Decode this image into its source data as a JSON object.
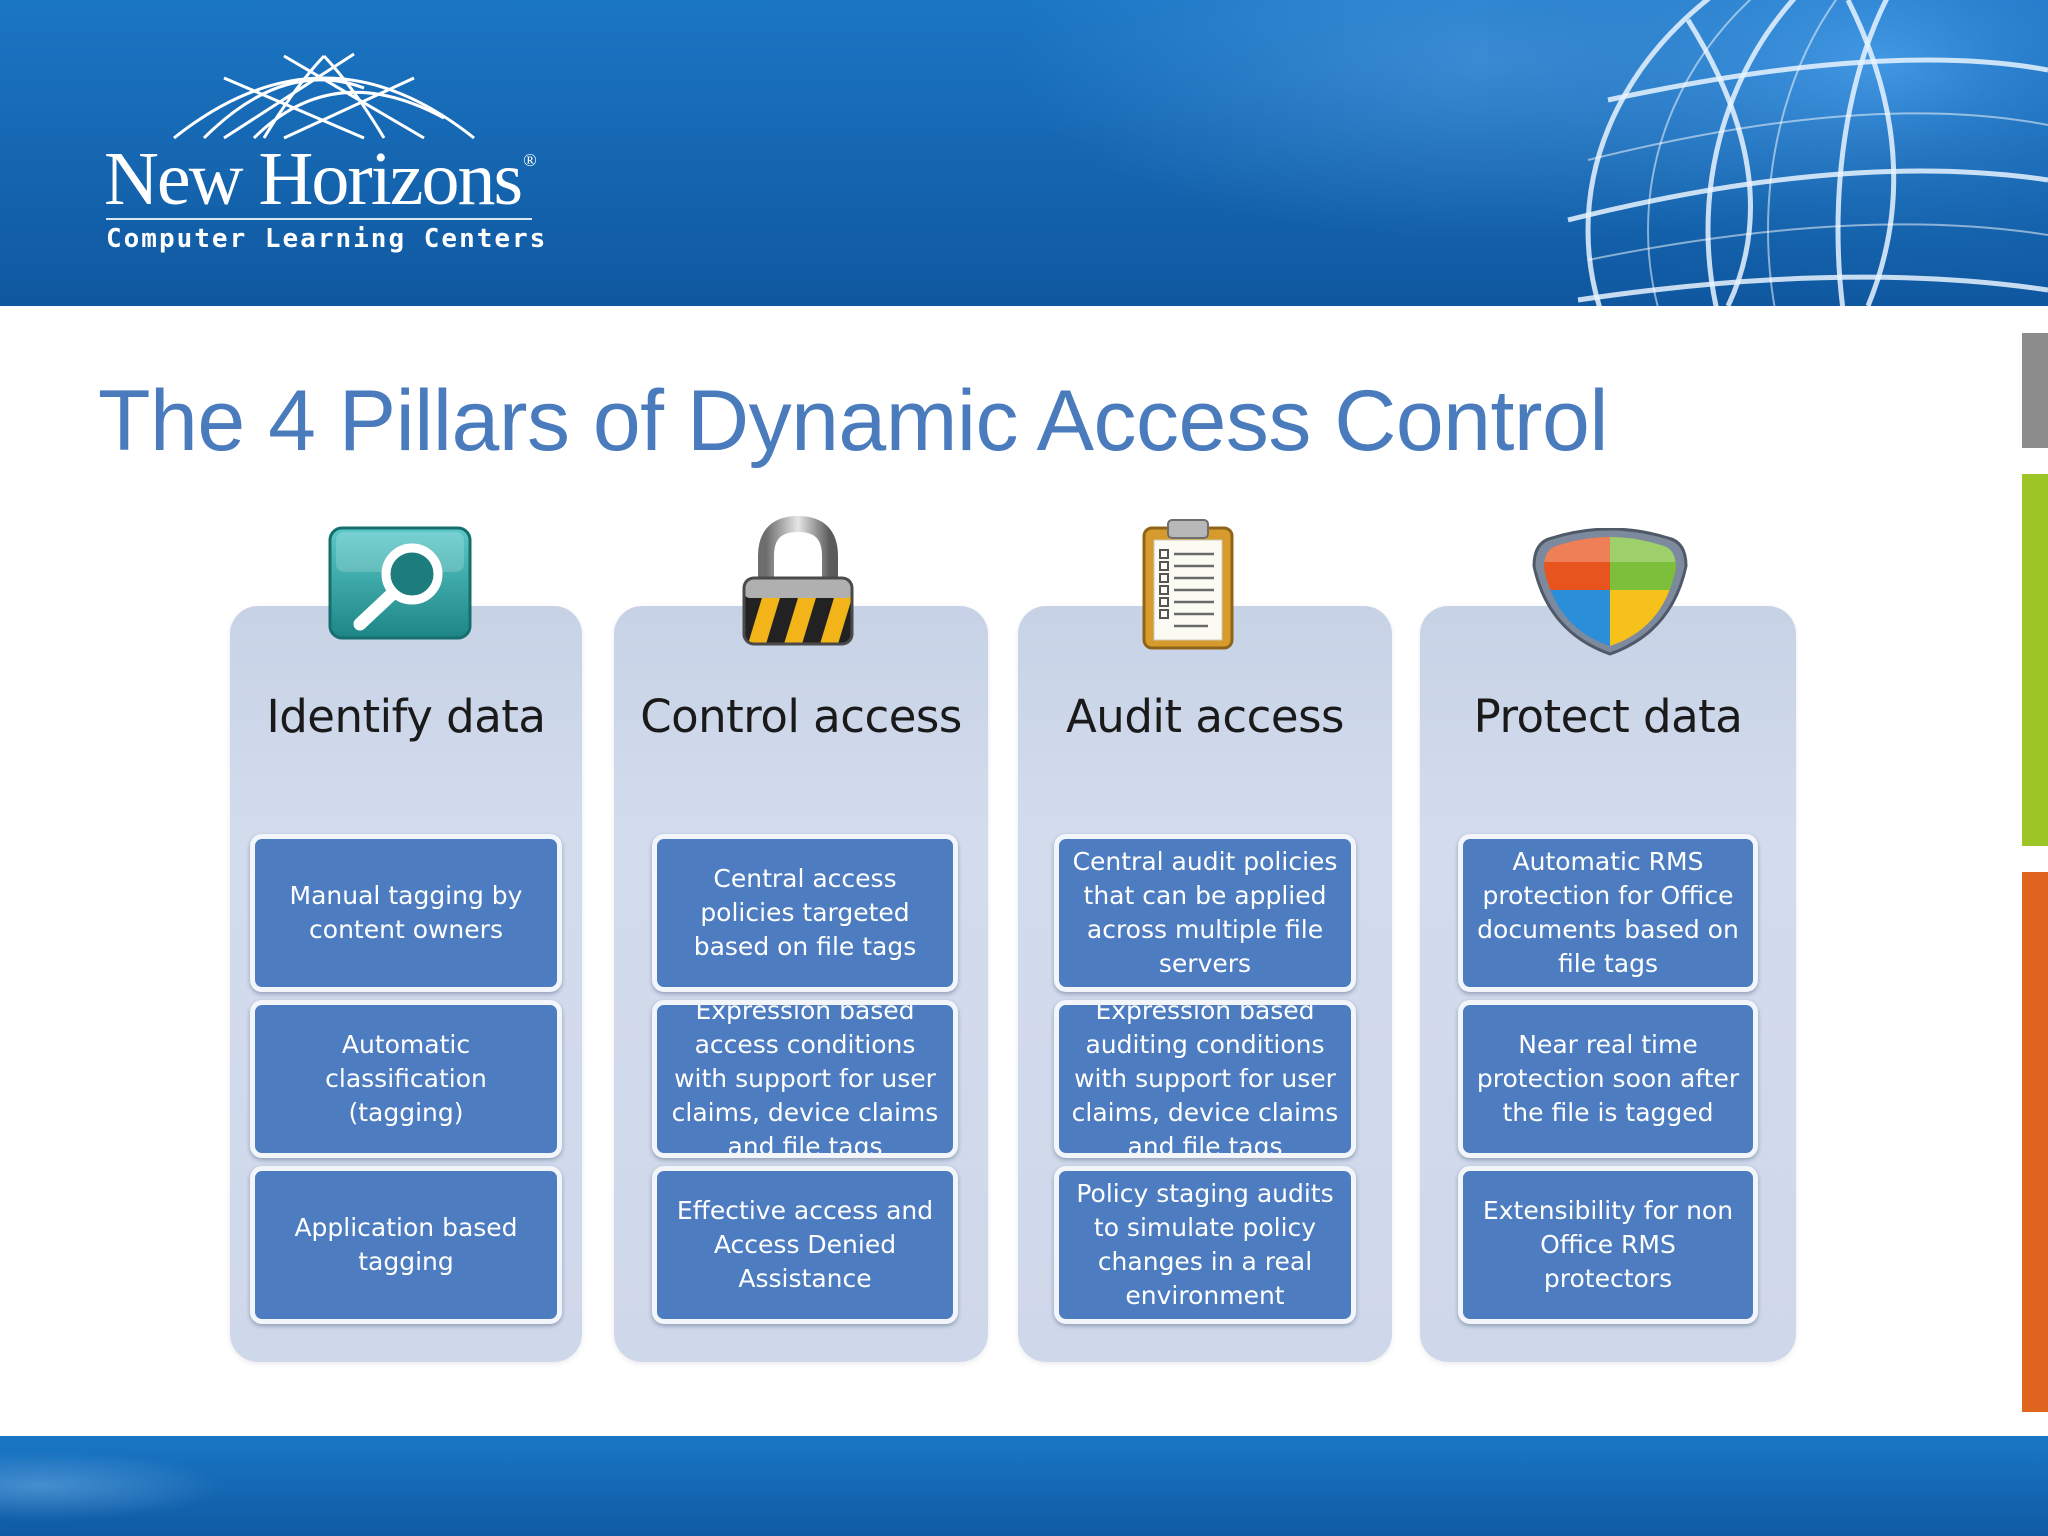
{
  "logo": {
    "name": "New Horizons",
    "registered_mark": "®",
    "tagline": "Computer Learning Centers"
  },
  "slide": {
    "title": "The 4 Pillars of Dynamic Access Control"
  },
  "pillars": [
    {
      "heading": "Identify data",
      "icon": "magnifier-icon",
      "items": [
        "Manual tagging by content owners",
        "Automatic classification (tagging)",
        "Application based tagging"
      ]
    },
    {
      "heading": "Control access",
      "icon": "padlock-icon",
      "items": [
        "Central access policies targeted based on file tags",
        "Expression based access conditions with support for user claims, device claims and file tags",
        "Effective access and Access Denied Assistance"
      ]
    },
    {
      "heading": "Audit access",
      "icon": "clipboard-icon",
      "items": [
        "Central audit policies that can be applied across multiple file servers",
        "Expression based auditing conditions with support for user claims, device claims and file tags",
        "Policy staging audits to simulate policy changes in a real environment"
      ]
    },
    {
      "heading": "Protect data",
      "icon": "shield-icon",
      "items": [
        "Automatic RMS protection for Office documents based on file tags",
        "Near real time protection soon after the file is tagged",
        "Extensibility for non Office RMS protectors"
      ]
    }
  ],
  "colors": {
    "banner": "#1565b0",
    "title": "#4a7bbd",
    "feature_box": "#4d7dc0",
    "pillar_bg": "#cfd8ea",
    "accent_gray": "#8c8c8c",
    "accent_green": "#9cc525",
    "accent_orange": "#e0651e"
  }
}
